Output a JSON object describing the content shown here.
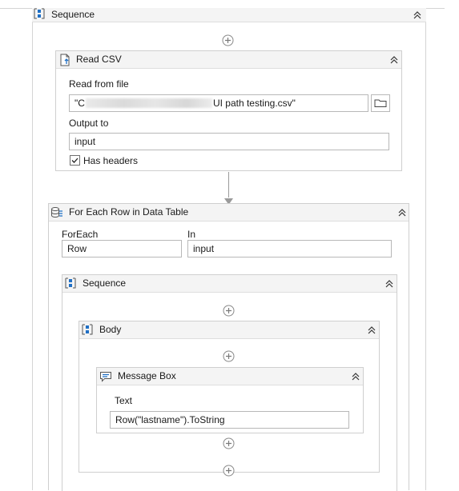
{
  "top_sequence": {
    "title": "Sequence"
  },
  "read_csv": {
    "title": "Read CSV",
    "read_from_file_label": "Read from file",
    "file_prefix": "\"C",
    "file_suffix": "UI path testing.csv\"",
    "output_to_label": "Output to",
    "output_value": "input",
    "has_headers_label": "Has headers",
    "has_headers_checked": true
  },
  "for_each": {
    "title": "For Each Row in Data Table",
    "foreach_label": "ForEach",
    "foreach_value": "Row",
    "in_label": "In",
    "in_value": "input"
  },
  "inner_sequence": {
    "title": "Sequence"
  },
  "body": {
    "title": "Body"
  },
  "message_box": {
    "title": "Message Box",
    "text_label": "Text",
    "text_value": "Row(\"lastname\").ToString"
  },
  "icons": {
    "sequence": "sequence-icon",
    "read_csv": "read-csv-icon",
    "for_each": "data-table-icon",
    "message_box": "message-box-icon",
    "folder": "folder-icon",
    "collapse": "double-chevron-up-icon",
    "add": "add-activity-icon"
  },
  "colors": {
    "accent": "#1f6fc5",
    "border": "#cfcfcf",
    "header": "#f4f4f4"
  }
}
